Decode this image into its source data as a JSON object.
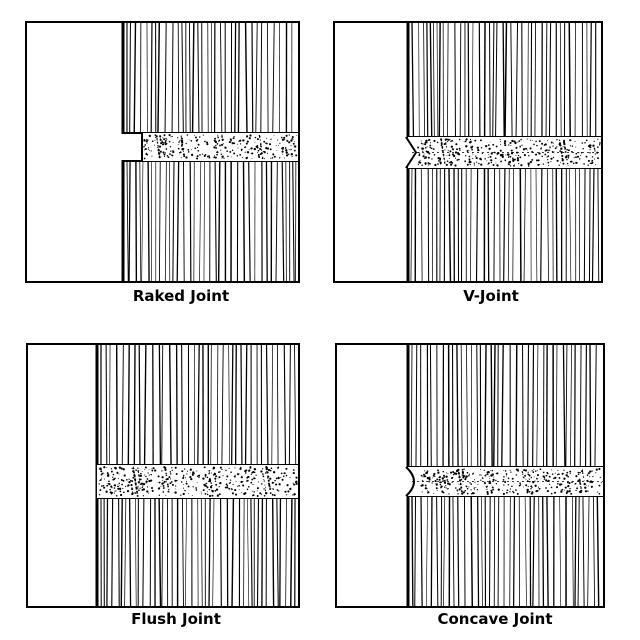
{
  "panels": [
    {
      "label": "Raked Joint",
      "type": "raked"
    },
    {
      "label": "V-Joint",
      "type": "v"
    },
    {
      "label": "Flush Joint",
      "type": "flush"
    },
    {
      "label": "Concave Joint",
      "type": "concave"
    }
  ],
  "colors": {
    "ink": "#000000",
    "background": "#ffffff"
  }
}
